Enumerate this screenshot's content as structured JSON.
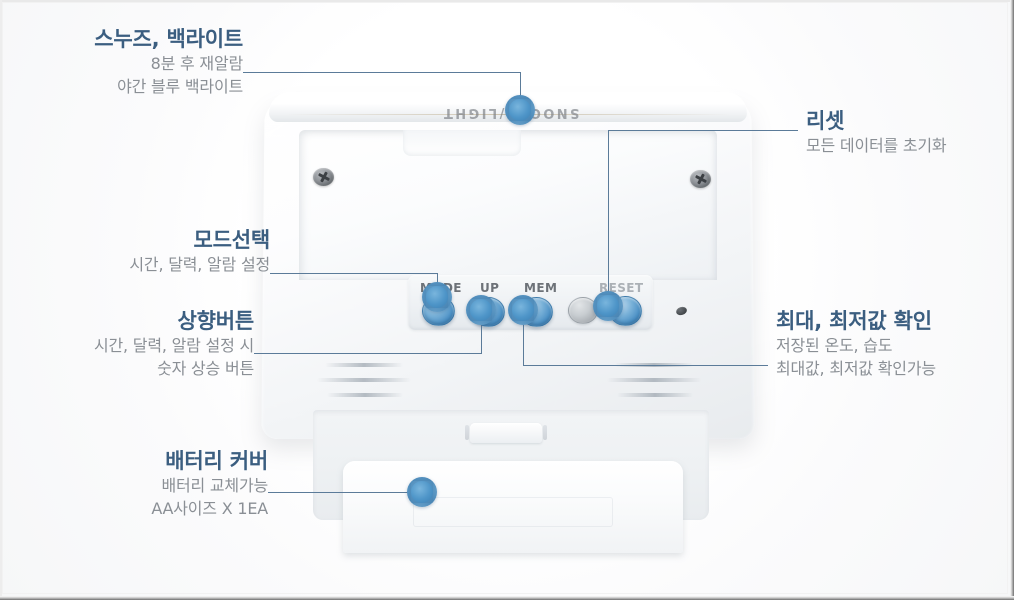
{
  "product": {
    "name": "digital-clock-back-panel",
    "snooze_print": "SNOOZE/LIGHT",
    "buttons": [
      {
        "key": "mode",
        "label": "MODE"
      },
      {
        "key": "up",
        "label": "UP"
      },
      {
        "key": "mem",
        "label": "MEM"
      },
      {
        "key": "recessed",
        "label": ""
      },
      {
        "key": "reset",
        "label": "RESET"
      }
    ]
  },
  "colors": {
    "title": "#3b5e80",
    "body": "#8a8f95",
    "leader": "#5b7b99",
    "dot_fill": "#4e95c8",
    "dot_ring": "#5c8cb4"
  },
  "callouts": [
    {
      "id": "snooze-backlight",
      "title": "스누즈, 백라이트",
      "lines": [
        "8분 후 재알람",
        "야간 블루 백라이트"
      ],
      "align": "right"
    },
    {
      "id": "reset",
      "title": "리셋",
      "lines": [
        "모든 데이터를 초기화"
      ],
      "align": "left"
    },
    {
      "id": "mode-select",
      "title": "모드선택",
      "lines": [
        "시간, 달력, 알람 설정"
      ],
      "align": "right"
    },
    {
      "id": "up-button",
      "title": "상향버튼",
      "lines": [
        "시간, 달력, 알람 설정 시",
        "숫자 상승 버튼"
      ],
      "align": "right"
    },
    {
      "id": "max-min-check",
      "title": "최대, 최저값 확인",
      "lines": [
        "저장된 온도, 습도",
        "최대값, 최저값 확인가능"
      ],
      "align": "left"
    },
    {
      "id": "battery-cover",
      "title": "배터리 커버",
      "lines": [
        "배터리 교체가능",
        "AA사이즈 X 1EA"
      ],
      "align": "right"
    }
  ]
}
